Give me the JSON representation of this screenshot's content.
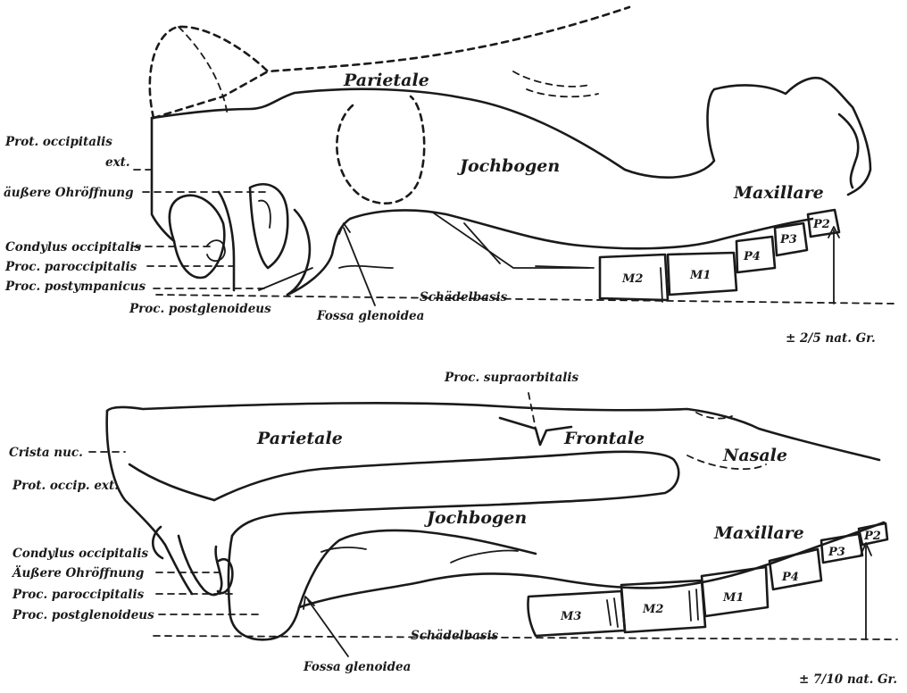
{
  "figure_top": {
    "labels": {
      "parietale": "Parietale",
      "jochbogen": "Jochbogen",
      "maxillare": "Maxillare",
      "prot_occipitalis": "Prot. occipitalis",
      "prot_occipitalis_ext": "ext.",
      "aussere_ohroffnung": "äußere Ohröffnung",
      "condylus_occipitalis": "Condylus occipitalis",
      "proc_paroccipitalis": "Proc. paroccipitalis",
      "proc_postympanicus": "Proc. postympanicus",
      "proc_postglenoideus": "Proc. postglenoideus",
      "fossa_glenoidea": "Fossa glenoidea",
      "schadelbasis": "Schädelbasis",
      "scale": "± 2/5 nat. Gr."
    },
    "teeth": [
      "M2",
      "M1",
      "P4",
      "P3",
      "P2"
    ]
  },
  "figure_bottom": {
    "labels": {
      "proc_supraorbitalis": "Proc. supraorbitalis",
      "parietale": "Parietale",
      "frontale": "Frontale",
      "nasale": "Nasale",
      "crista_nuc": "Crista nuc.",
      "prot_occip_ext": "Prot. occip. ext.",
      "jochbogen": "Jochbogen",
      "maxillare": "Maxillare",
      "condylus_occipitalis": "Condylus occipitalis",
      "aussere_ohroffnung": "Äußere Ohröffnung",
      "proc_paroccipitalis": "Proc. paroccipitalis",
      "proc_postglenoideus": "Proc. postglenoideus",
      "schadelbasis": "Schädelbasis",
      "fossa_glenoidea": "Fossa glenoidea",
      "scale": "± 7/10 nat. Gr."
    },
    "teeth": [
      "M3",
      "M2",
      "M1",
      "P4",
      "P3",
      "P2"
    ]
  }
}
